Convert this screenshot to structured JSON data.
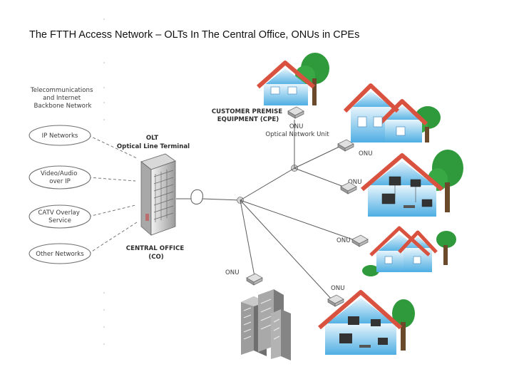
{
  "title": "The FTTH Access Network – OLTs In The Central Office, ONUs in CPEs",
  "backbone": {
    "lines": [
      "Telecommunications",
      "and Internet",
      "Backbone Network"
    ]
  },
  "clouds": [
    {
      "lines": [
        "IP Networks"
      ]
    },
    {
      "lines": [
        "Video/Audio",
        "over IP"
      ]
    },
    {
      "lines": [
        "CATV Overlay",
        "Service"
      ]
    },
    {
      "lines": [
        "Other Networks"
      ]
    }
  ],
  "olt": {
    "lines": [
      "OLT",
      "Optical Line Terminal"
    ]
  },
  "central_office": {
    "lines": [
      "CENTRAL OFFICE",
      "(CO)"
    ]
  },
  "cpe": {
    "lines": [
      "CUSTOMER PREMISE",
      "EQUIPMENT (CPE)"
    ]
  },
  "onu_main": {
    "lines": [
      "ONU",
      "Optical Network Unit"
    ]
  },
  "onu_label": "ONU",
  "colors": {
    "roof": "#d9523f",
    "wall_light": "#e6f3fb",
    "wall_dark": "#5ab4e6",
    "tree": "#2f9a3c",
    "trunk": "#6b4a2b",
    "building": "#8c8c8c"
  }
}
